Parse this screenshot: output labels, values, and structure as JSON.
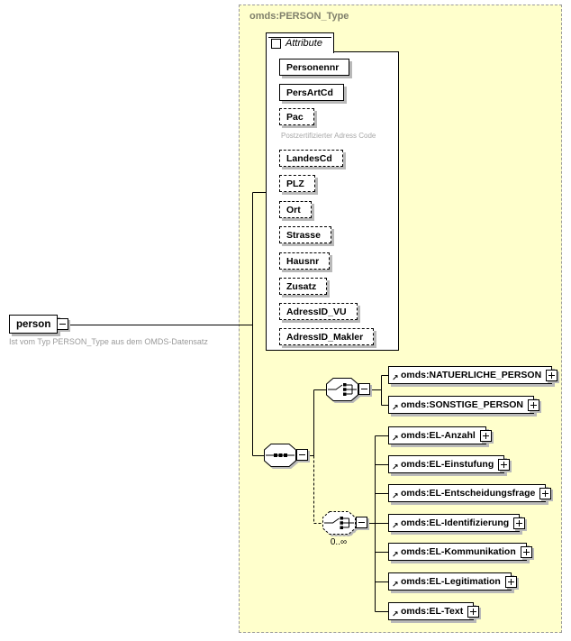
{
  "person_element": {
    "label": "person",
    "annotation": "Ist vom Typ PERSON_Type aus dem OMDS-Datensatz"
  },
  "type_container": {
    "label": "omds:PERSON_Type"
  },
  "attribute_section": {
    "header": "Attribute",
    "attributes": [
      {
        "name": "Personennr",
        "use": "required"
      },
      {
        "name": "PersArtCd",
        "use": "required"
      },
      {
        "name": "Pac",
        "use": "optional",
        "annotation": "Postzertifizierter Adress Code"
      },
      {
        "name": "LandesCd",
        "use": "optional"
      },
      {
        "name": "PLZ",
        "use": "optional"
      },
      {
        "name": "Ort",
        "use": "optional"
      },
      {
        "name": "Strasse",
        "use": "optional"
      },
      {
        "name": "Hausnr",
        "use": "optional"
      },
      {
        "name": "Zusatz",
        "use": "optional"
      },
      {
        "name": "AdressID_VU",
        "use": "optional"
      },
      {
        "name": "AdressID_Makler",
        "use": "optional"
      }
    ]
  },
  "content_model": {
    "compositor": "sequence",
    "person_choice": {
      "compositor": "choice",
      "elements": [
        {
          "name": "omds:NATUERLICHE_PERSON"
        },
        {
          "name": "omds:SONSTIGE_PERSON"
        }
      ]
    },
    "el_choice": {
      "compositor": "choice",
      "occurrence": "0..∞",
      "elements": [
        {
          "name": "omds:EL-Anzahl"
        },
        {
          "name": "omds:EL-Einstufung"
        },
        {
          "name": "omds:EL-Entscheidungsfrage"
        },
        {
          "name": "omds:EL-Identifizierung"
        },
        {
          "name": "omds:EL-Kommunikation"
        },
        {
          "name": "omds:EL-Legitimation"
        },
        {
          "name": "omds:EL-Text"
        }
      ]
    }
  },
  "icons": {
    "reference_arrow_icon": "↗",
    "collapse_icon": "−",
    "expand_icon": "+"
  },
  "colors": {
    "container_fill": "#ffffcc",
    "container_border": "#9b9b9b",
    "container_label": "#80806c",
    "annotation_text": "#a0a0a0",
    "box_fill": "#ffffff",
    "box_border": "#000000",
    "shadow": "#b9b9b9"
  }
}
